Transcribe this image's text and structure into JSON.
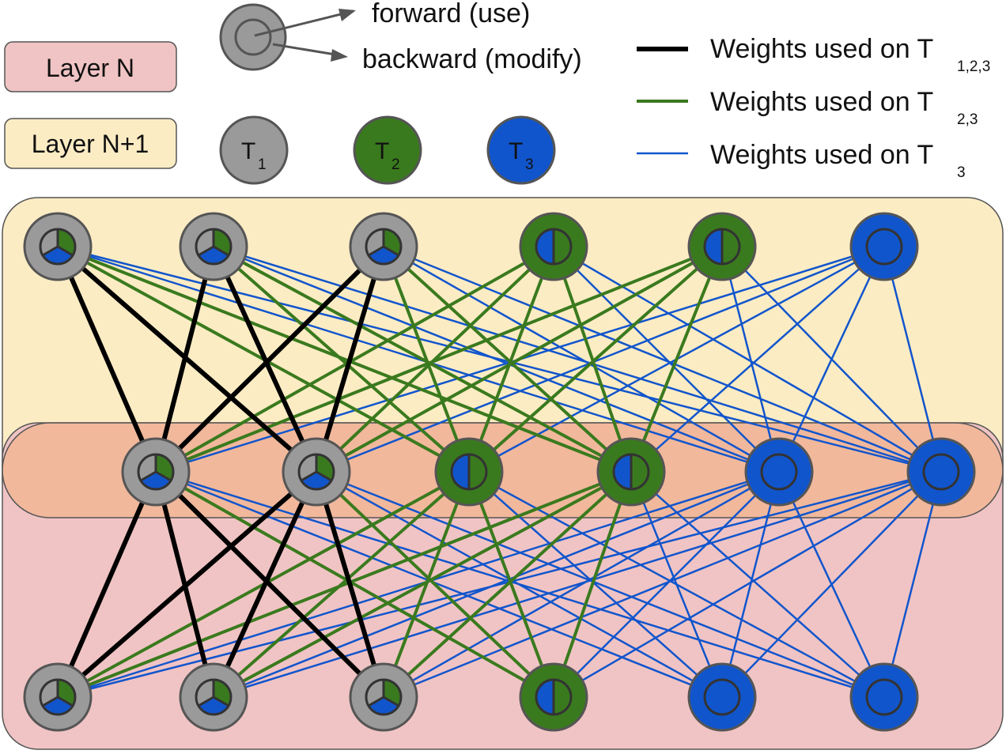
{
  "legend": {
    "layer_n_label": "Layer N",
    "layer_n1_label": "Layer N+1",
    "forward_label": "forward (use)",
    "backward_label": "backward (modify)",
    "tasks": [
      {
        "base": "T",
        "sub": "1",
        "color": "#9a9a9a"
      },
      {
        "base": "T",
        "sub": "2",
        "color": "#3a7a1e"
      },
      {
        "base": "T",
        "sub": "3",
        "color": "#1155cc"
      }
    ],
    "weights": [
      {
        "text": "Weights used on T",
        "sub": "1,2,3",
        "color": "#000000"
      },
      {
        "text": "Weights used on T",
        "sub": "2,3",
        "color": "#3a7a1e"
      },
      {
        "text": "Weights used on T",
        "sub": "3",
        "color": "#1155cc"
      }
    ]
  },
  "colors": {
    "gray": "#9a9a9a",
    "green": "#3a7a1e",
    "blue": "#1155cc",
    "black": "#000000",
    "layer_n": "#f0c4c4",
    "layer_n1": "#fcecc4",
    "overlap": "#f1b89c"
  },
  "network": {
    "layers": [
      {
        "name": "top",
        "neurons": [
          "mixed3",
          "mixed3",
          "mixed3",
          "mixed2",
          "mixed2",
          "blue"
        ]
      },
      {
        "name": "middle",
        "neurons": [
          "mixed3",
          "mixed3",
          "mixed2",
          "mixed2",
          "blue",
          "blue"
        ]
      },
      {
        "name": "bottom",
        "neurons": [
          "mixed3",
          "mixed3",
          "mixed3",
          "mixed2",
          "blue",
          "blue"
        ]
      }
    ]
  }
}
